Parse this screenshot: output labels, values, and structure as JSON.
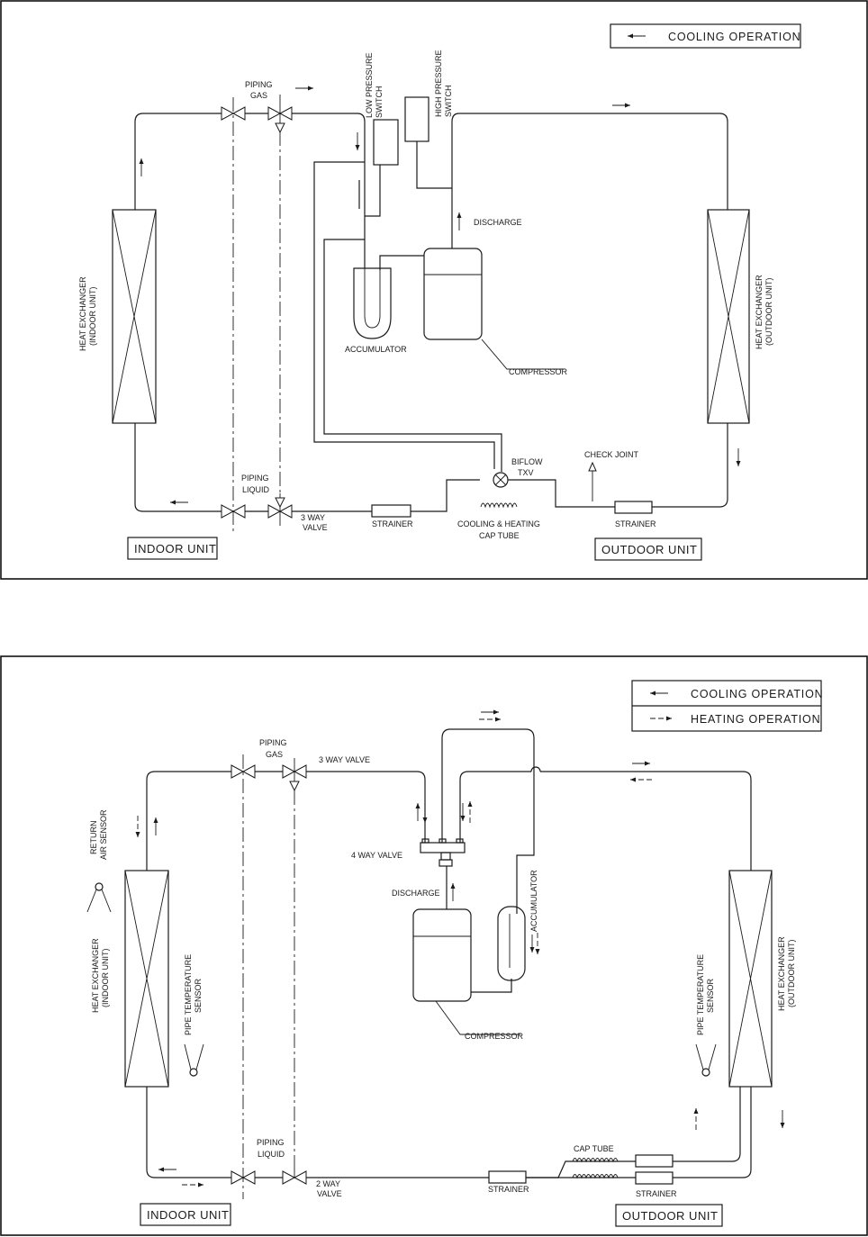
{
  "diagram1": {
    "legend": {
      "cooling": "COOLING  OPERATION"
    },
    "labels": {
      "piping_gas_1": "PIPING",
      "piping_gas_2": "GAS",
      "low_pressure_1": "LOW  PRESSURE",
      "low_pressure_2": "SWITCH",
      "high_pressure_1": "HIGH  PRESSURE",
      "high_pressure_2": "SWITCH",
      "discharge": "DISCHARGE",
      "accumulator": "ACCUMULATOR",
      "compressor": "COMPRESSOR",
      "hx_indoor_1": "HEAT  EXCHANGER",
      "hx_indoor_2": "(INDOOR  UNIT)",
      "hx_outdoor_1": "HEAT  EXCHANGER",
      "hx_outdoor_2": "(OUTDOOR  UNIT)",
      "biflow_1": "BIFLOW",
      "biflow_2": "TXV",
      "check_joint": "CHECK  JOINT",
      "piping_liquid_1": "PIPING",
      "piping_liquid_2": "LIQUID",
      "valve3_1": "3  WAY",
      "valve3_2": "VALVE",
      "strainer_left": "STRAINER",
      "cap_tube_1": "COOLING  &  HEATING",
      "cap_tube_2": "CAP  TUBE",
      "strainer_right": "STRAINER",
      "indoor_unit": "INDOOR   UNIT",
      "outdoor_unit": "OUTDOOR   UNIT"
    }
  },
  "diagram2": {
    "legend": {
      "cooling": "COOLING  OPERATION",
      "heating": "HEATING  OPERATION"
    },
    "labels": {
      "piping_gas_1": "PIPING",
      "piping_gas_2": "GAS",
      "valve3": "3  WAY  VALVE",
      "four_way": "4  WAY  VALVE",
      "discharge": "DISCHARGE",
      "accumulator": "ACCUMULATOR",
      "compressor": "COMPRESSOR",
      "return_air_1": "RETURN",
      "return_air_2": "AIR  SENSOR",
      "hx_indoor_1": "HEAT  EXCHANGER",
      "hx_indoor_2": "(INDOOR  UNIT)",
      "pipe_temp_in_1": "PIPE  TEMPERATURE",
      "pipe_temp_in_2": "SENSOR",
      "pipe_temp_out_1": "PIPE  TEMPERATURE",
      "pipe_temp_out_2": "SENSOR",
      "hx_outdoor_1": "HEAT  EXCHANGER",
      "hx_outdoor_2": "(OUTDOOR  UNIT)",
      "piping_liquid_1": "PIPING",
      "piping_liquid_2": "LIQUID",
      "valve2_1": "2  WAY",
      "valve2_2": "VALVE",
      "strainer_mid": "STRAINER",
      "cap_tube": "CAP  TUBE",
      "strainer_right": "STRAINER",
      "indoor_unit": "INDOOR   UNIT",
      "outdoor_unit": "OUTDOOR   UNIT"
    }
  }
}
